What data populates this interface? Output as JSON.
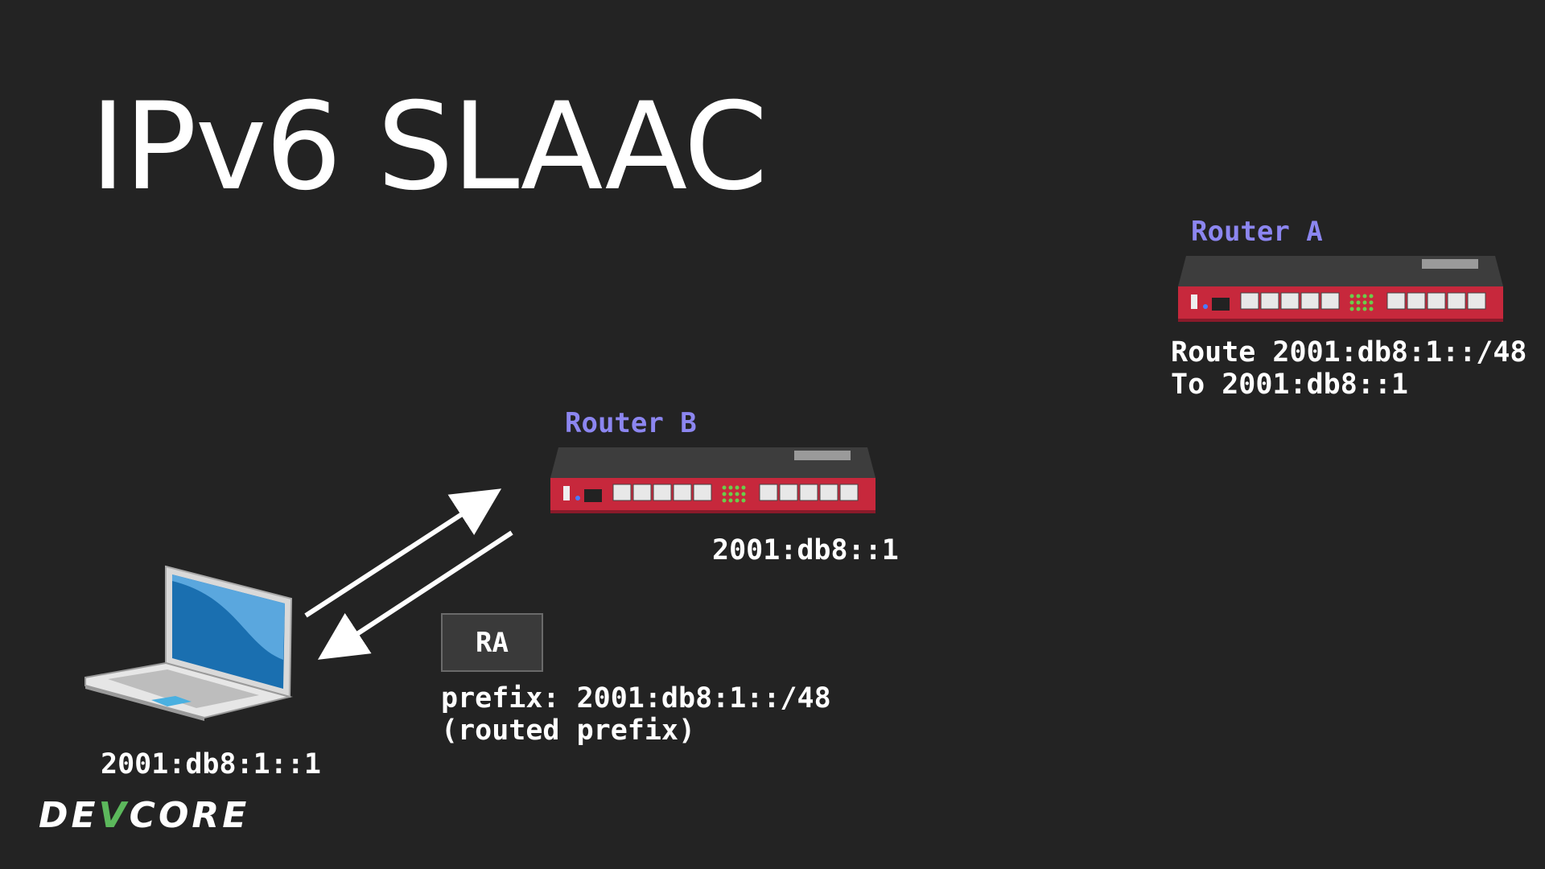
{
  "slide": {
    "title": "IPv6 SLAAC",
    "colors": {
      "background": "#232323",
      "router_label": "#8c86f0",
      "router_body": "#c7283c",
      "logo_accent": "#5cb85c"
    }
  },
  "router_a": {
    "label": "Router A",
    "route_line1": "Route 2001:db8:1::/48",
    "route_line2": "To 2001:db8::1",
    "icon": "router-icon"
  },
  "router_b": {
    "label": "Router B",
    "address": "2001:db8::1",
    "icon": "router-icon"
  },
  "client": {
    "address": "2001:db8:1::1",
    "icon": "laptop-icon"
  },
  "ra": {
    "label": "RA",
    "prefix_line1": "prefix: 2001:db8:1::/48",
    "prefix_line2": "(routed prefix)"
  },
  "logo": {
    "part1": "DE",
    "accent": "V",
    "part2": "CORE"
  }
}
